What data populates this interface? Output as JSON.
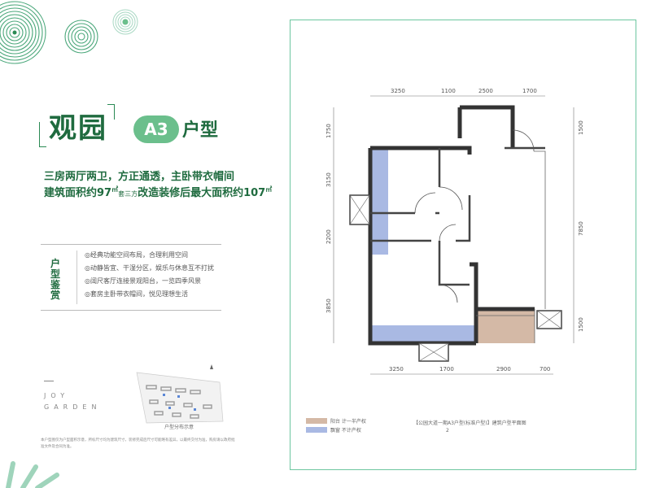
{
  "colors": {
    "brand_green": "#1f6b3f",
    "accent_green": "#6bbf8c",
    "frame": "#6dc6a0",
    "balcony": "#d4b9a6",
    "bay": "#a9b9e3"
  },
  "title": {
    "main": "观园",
    "badge": "A3",
    "suffix": "户型"
  },
  "taglines": [
    "三房两厅两卫，方正通透，主卧带衣帽间",
    "建筑面积约97",
    "改造装修后最大面积约107"
  ],
  "tagline_parts": {
    "sup": "㎡",
    "small": "套三方"
  },
  "feature": {
    "tag": "户型鉴赏",
    "items": [
      "◎经典功能空间布局，合理利用空间",
      "◎动静皆宜、干湿分区，娱乐与休息互不打扰",
      "◎阔尺客厅连接景观阳台，一览四季风景",
      "◎套房主卧带衣帽间，悦见理想生活"
    ]
  },
  "brand": {
    "line1": "JOY",
    "line2": "GARDEN"
  },
  "site_plan_caption": "户型分布示意",
  "fine_print": "本户型图仅为户型面积示意，所标尺寸均为建筑尺寸，装修完成后尺寸可能略有差异，以最终交付为准，购房请以政府批准文件及合同为准。",
  "legend": [
    {
      "label": "阳台  计一半产权",
      "color": "#d4b9a6"
    },
    {
      "label": "飘窗  不计产权",
      "color": "#a9b9e3"
    }
  ],
  "plan_caption": "【公园大道一期A3户型(标准户型)】建筑户型平面图",
  "page_number": "2",
  "dimensions": {
    "top": [
      "3250",
      "1100",
      "2500",
      "1700"
    ],
    "bottom": [
      "3250",
      "1700",
      "2900",
      "700"
    ],
    "left": [
      "1750",
      "3150",
      "2200",
      "3850"
    ],
    "right": [
      "1500",
      "7850",
      "1500"
    ]
  }
}
